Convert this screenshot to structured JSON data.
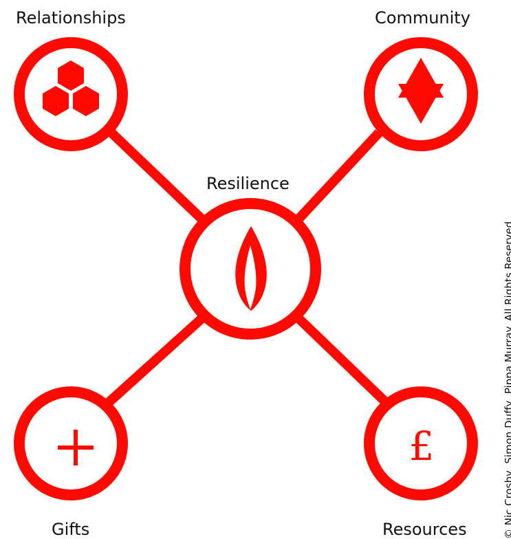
{
  "colors": {
    "accent": "#ff0a00",
    "text": "#111111",
    "background": "#ffffff"
  },
  "nodes": {
    "relationships": {
      "label": "Relationships",
      "icon": "three-hexagons-icon"
    },
    "community": {
      "label": "Community",
      "icon": "six-pointed-star-icon"
    },
    "resilience": {
      "label": "Resilience",
      "icon": "flame-icon"
    },
    "gifts": {
      "label": "Gifts",
      "icon": "plus-icon"
    },
    "resources": {
      "label": "Resources",
      "icon": "pound-sign-icon",
      "symbol": "£"
    }
  },
  "copyright": "© Nic Crosby, Simon Duffy, Pippa Murray. All Rights Reserved."
}
